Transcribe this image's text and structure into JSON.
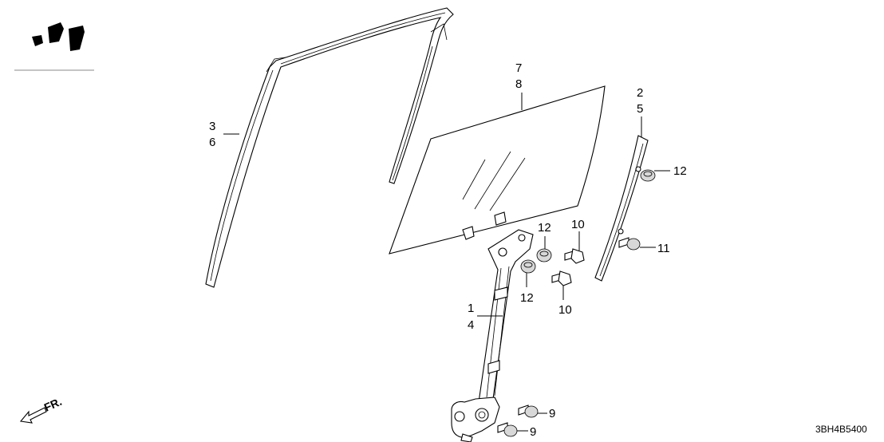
{
  "callouts": {
    "p3": "3",
    "p6": "6",
    "p7": "7",
    "p8": "8",
    "p2": "2",
    "p5": "5",
    "p12a": "12",
    "p12b": "12",
    "p12c": "12",
    "p10a": "10",
    "p10b": "10",
    "p11": "11",
    "p1": "1",
    "p4": "4",
    "p9a": "9",
    "p9b": "9"
  },
  "direction_label": "FR.",
  "diagram_code": "3BH4B5400",
  "colors": {
    "ink": "#000000",
    "background": "#ffffff"
  }
}
